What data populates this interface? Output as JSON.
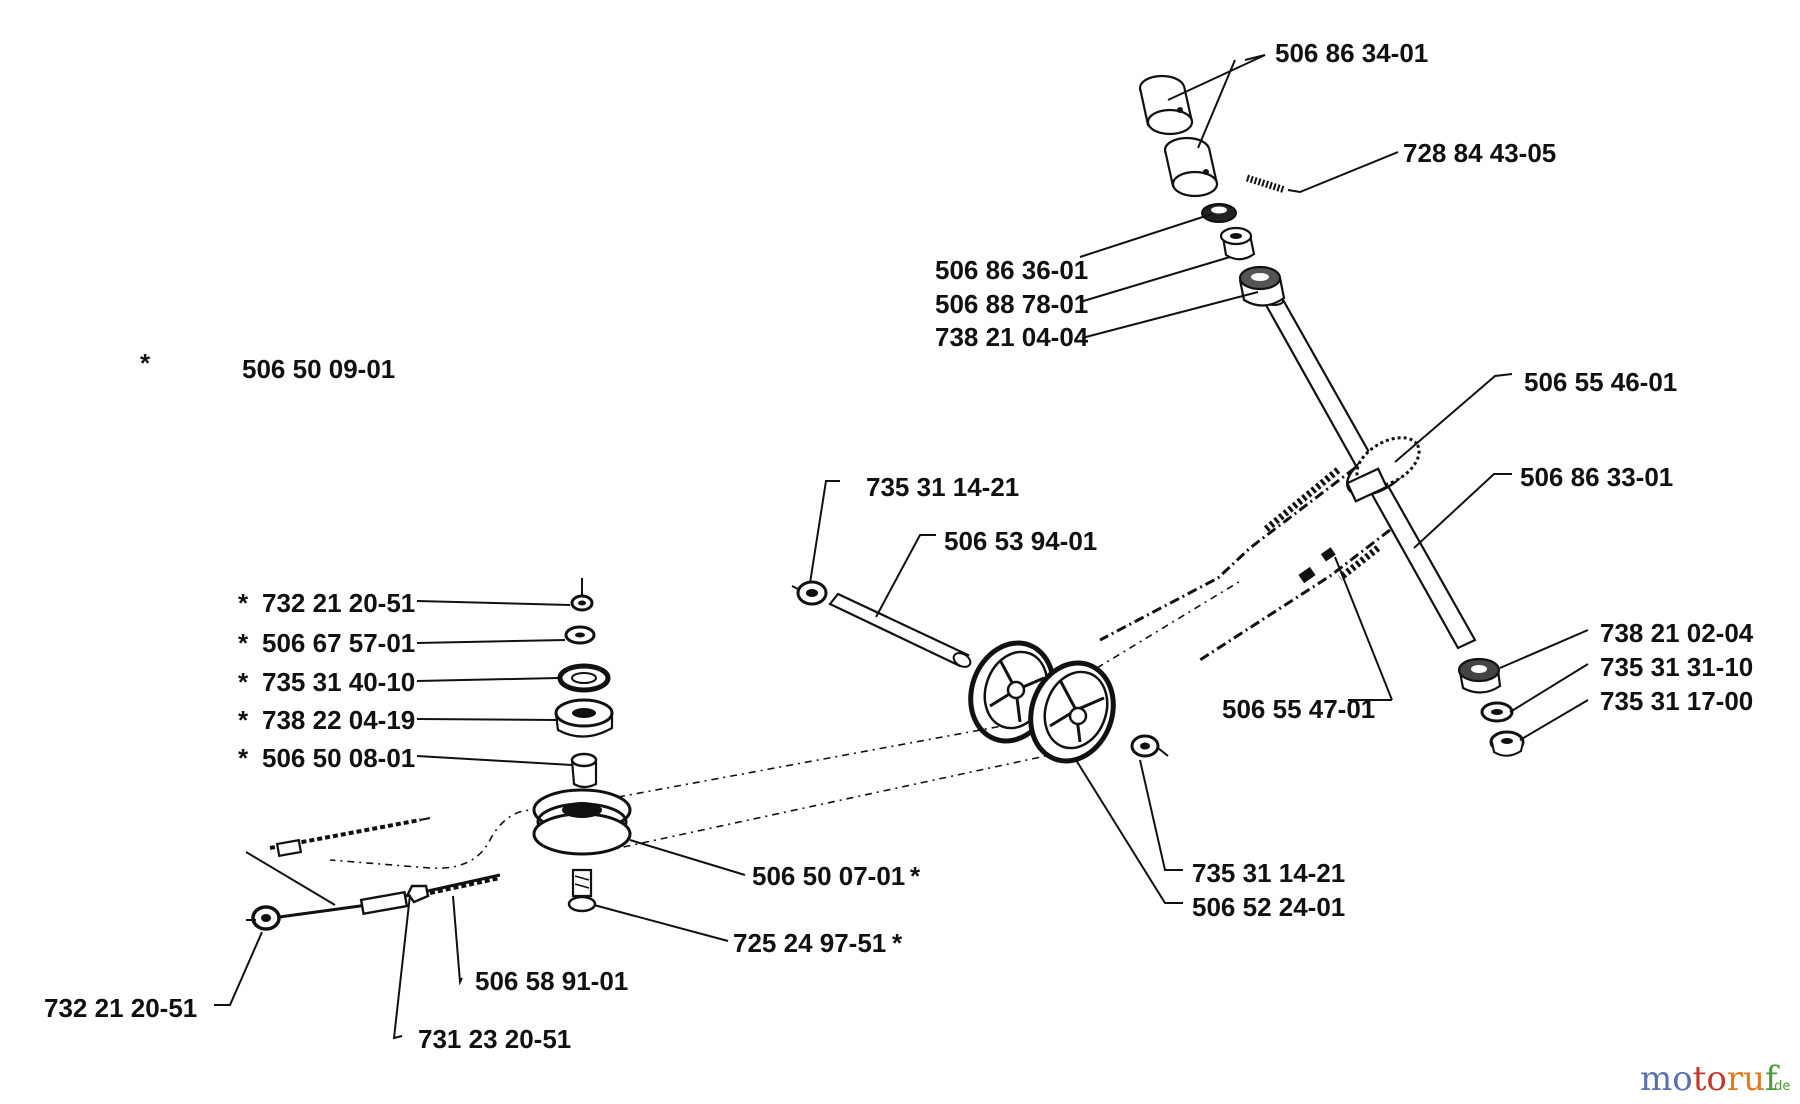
{
  "parts": [
    {
      "key": "p_5068634",
      "text": "506 86 34-01"
    },
    {
      "key": "p_7288443",
      "text": "728 84 43-05"
    },
    {
      "key": "p_5068636",
      "text": "506 86 36-01"
    },
    {
      "key": "p_5068878",
      "text": "506 88 78-01"
    },
    {
      "key": "p_7382104",
      "text": "738 21 04-04"
    },
    {
      "key": "p_5065546",
      "text": "506 55 46-01"
    },
    {
      "key": "p_5068633",
      "text": "506 86 33-01"
    },
    {
      "key": "p_7353114a",
      "text": "735 31 14-21"
    },
    {
      "key": "p_5065394",
      "text": "506 53 94-01"
    },
    {
      "key": "p_7382102",
      "text": "738 21 02-04"
    },
    {
      "key": "p_7353131",
      "text": "735 31 31-10"
    },
    {
      "key": "p_7353117",
      "text": "735 31 17-00"
    },
    {
      "key": "p_5065547",
      "text": "506 55 47-01"
    },
    {
      "key": "p_7353114b",
      "text": "735 31 14-21"
    },
    {
      "key": "p_5065224",
      "text": "506 52 24-01"
    },
    {
      "key": "p_5065009",
      "text": "506 50 09-01"
    },
    {
      "key": "p_7322120a",
      "text": "732 21 20-51"
    },
    {
      "key": "p_5066757",
      "text": "506 67 57-01"
    },
    {
      "key": "p_7353140",
      "text": "735 31 40-10"
    },
    {
      "key": "p_7382204",
      "text": "738 22 04-19"
    },
    {
      "key": "p_5065008",
      "text": "506 50 08-01"
    },
    {
      "key": "p_5065007",
      "text": "506 50 07-01"
    },
    {
      "key": "p_7252497",
      "text": "725 24 97-51"
    },
    {
      "key": "p_5065891",
      "text": "506 58 91-01"
    },
    {
      "key": "p_7322120b",
      "text": "732 21 20-51"
    },
    {
      "key": "p_7312320",
      "text": "731 23 20-51"
    }
  ],
  "asterisk": "*",
  "watermark": {
    "brand": "motoruf",
    "tld": ".de",
    "colors": [
      "#5a6fb0",
      "#c0392b",
      "#e07b1f",
      "#4a9a3a"
    ]
  }
}
